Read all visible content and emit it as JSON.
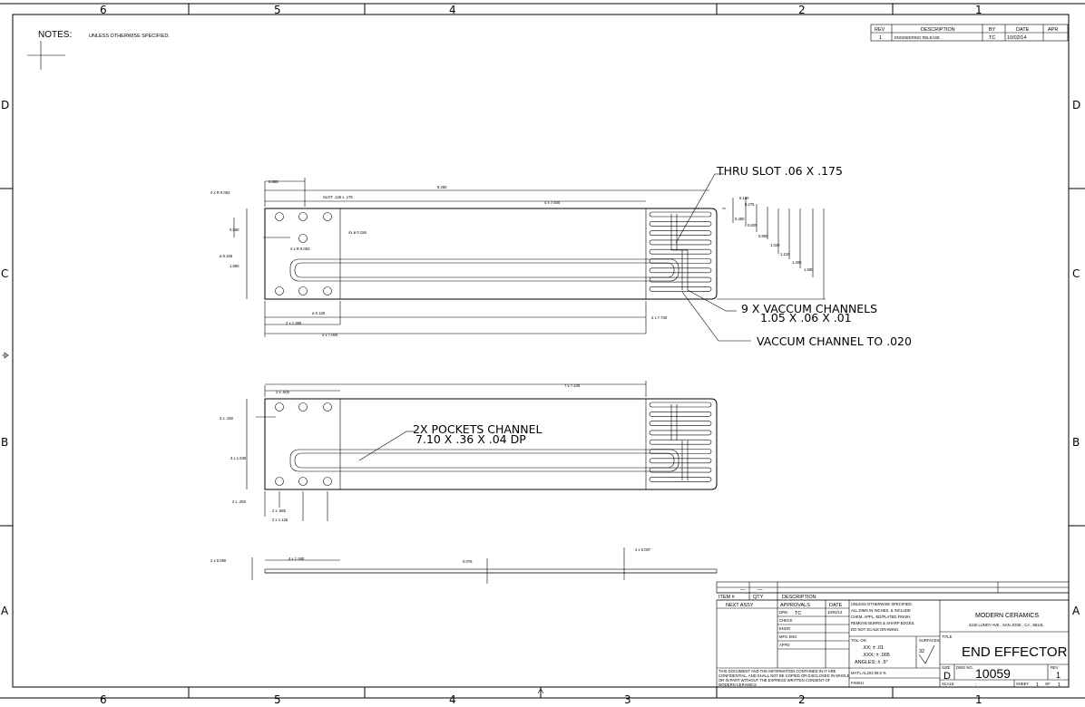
{
  "zones": {
    "cols": [
      "6",
      "5",
      "4",
      "2",
      "1"
    ],
    "cols_bottom": [
      "6",
      "5",
      "4",
      "3",
      "2",
      "1"
    ],
    "rows": [
      "D",
      "C",
      "B",
      "A"
    ]
  },
  "notes": {
    "title": "NOTES:",
    "text": "UNLESS OTHERWISE SPECIFIED."
  },
  "revision": {
    "headers": [
      "REV",
      "DESCRIPTION",
      "BY",
      "DATE",
      "APR"
    ],
    "row": [
      "1",
      "ENGINEERING RELEASE",
      "TC",
      "10/02/14",
      ""
    ]
  },
  "view_top": {
    "dims": [
      "4 x R 0.062",
      "0.685",
      "8.250",
      "SLOT .126 x .175",
      "4 x 7.500",
      "4x ø 0.156",
      "0.550",
      "ø 0.156",
      "1.690",
      "4 x R 0.062",
      "ø 0.126",
      "2 x 1.380",
      "2 x 7.700",
      "2 x 7.000",
      "0.100",
      "0.275",
      "0.450",
      "0.625",
      "0.800",
      "1.020",
      "1.210",
      "1.400",
      "1.590"
    ],
    "callouts": {
      "thru_slot": "THRU SLOT .06 X .175",
      "vac_channels_1": "9 X VACCUM CHANNELS",
      "vac_channels_2": "1.05 X .06 X .01",
      "vac_channel_to": "VACCUM CHANNEL TO .020"
    }
  },
  "view_bottom": {
    "dims": [
      "2 x .500",
      "7 x 7.100",
      "3 x .150",
      "3 x 1.530",
      "2 x .250",
      "2 x .685",
      "2 x 1.125"
    ],
    "callouts": {
      "pockets_1": "2X POCKETS CHANNEL",
      "pockets_2": "7.10 X .36 X .04 DP"
    }
  },
  "view_side": {
    "dims": [
      "2 x 0.090",
      "4 x 1.380",
      "0.076",
      "4 x 0.007"
    ]
  },
  "title_block": {
    "parts_headers": [
      "ITEM #",
      "QTY",
      "DESCRIPTION"
    ],
    "dash1": "—",
    "dash2": "—",
    "next_assy": "NEXT ASSY",
    "approvals": "APPROVALS",
    "date": "DATE",
    "drn": "DRN",
    "drn_name": "TC",
    "drn_date": "10/02/14",
    "check": "CHECK",
    "engr": "ENGR",
    "mfg_eng": "MFG ENG",
    "appd": "APPD",
    "unless_lines": [
      "UNLESS OTHERWISE SPECIFIED:",
      "ALL DIMS IN INCHES, & INCLUDE",
      "CHEM, APPL, ED/PLATED FINISH,",
      "REMOVE BURRS & SHARP EDGES,",
      "DO NOT SCALE DRAWING."
    ],
    "tol": "TOL. ON",
    "tol_xx": ".XX; ± .01",
    "tol_xxx": ".XXX; ± .005",
    "tol_ang": "ANGLES; ± .5°",
    "surfaces": "SURFACES",
    "surface_val": "32",
    "matl": "MAT'L AL203 99.5 %",
    "finish": "FINISH",
    "proprietary": [
      "THIS DOCUMENT AND THE INFORMATION CONTAINED IN IT ARE",
      "CONFIDENTIAL, AND SHALL NOT BE COPIED OR DISCLOSED IN WHOLE",
      "OR IN PART WITHOUT THE EXPRESS WRITTEN CONSENT OF",
      "MODERN CERAMICS"
    ],
    "company": "MODERN CERAMICS",
    "address": "2240 LUNDY AVE , SAN JOSE , CA , 95131",
    "title_label": "TITLE",
    "title": "END EFFECTOR",
    "size_label": "SIZE",
    "size": "D",
    "dwg_label": "DWG NO.",
    "dwg_no": "10059",
    "rev_label": "REV",
    "rev": "1",
    "scale_label": "SCALE",
    "scale_colon": ":",
    "sheet_label": "SHEET",
    "sheet_no": "1",
    "of_label": "OF",
    "sheet_total": "1"
  }
}
